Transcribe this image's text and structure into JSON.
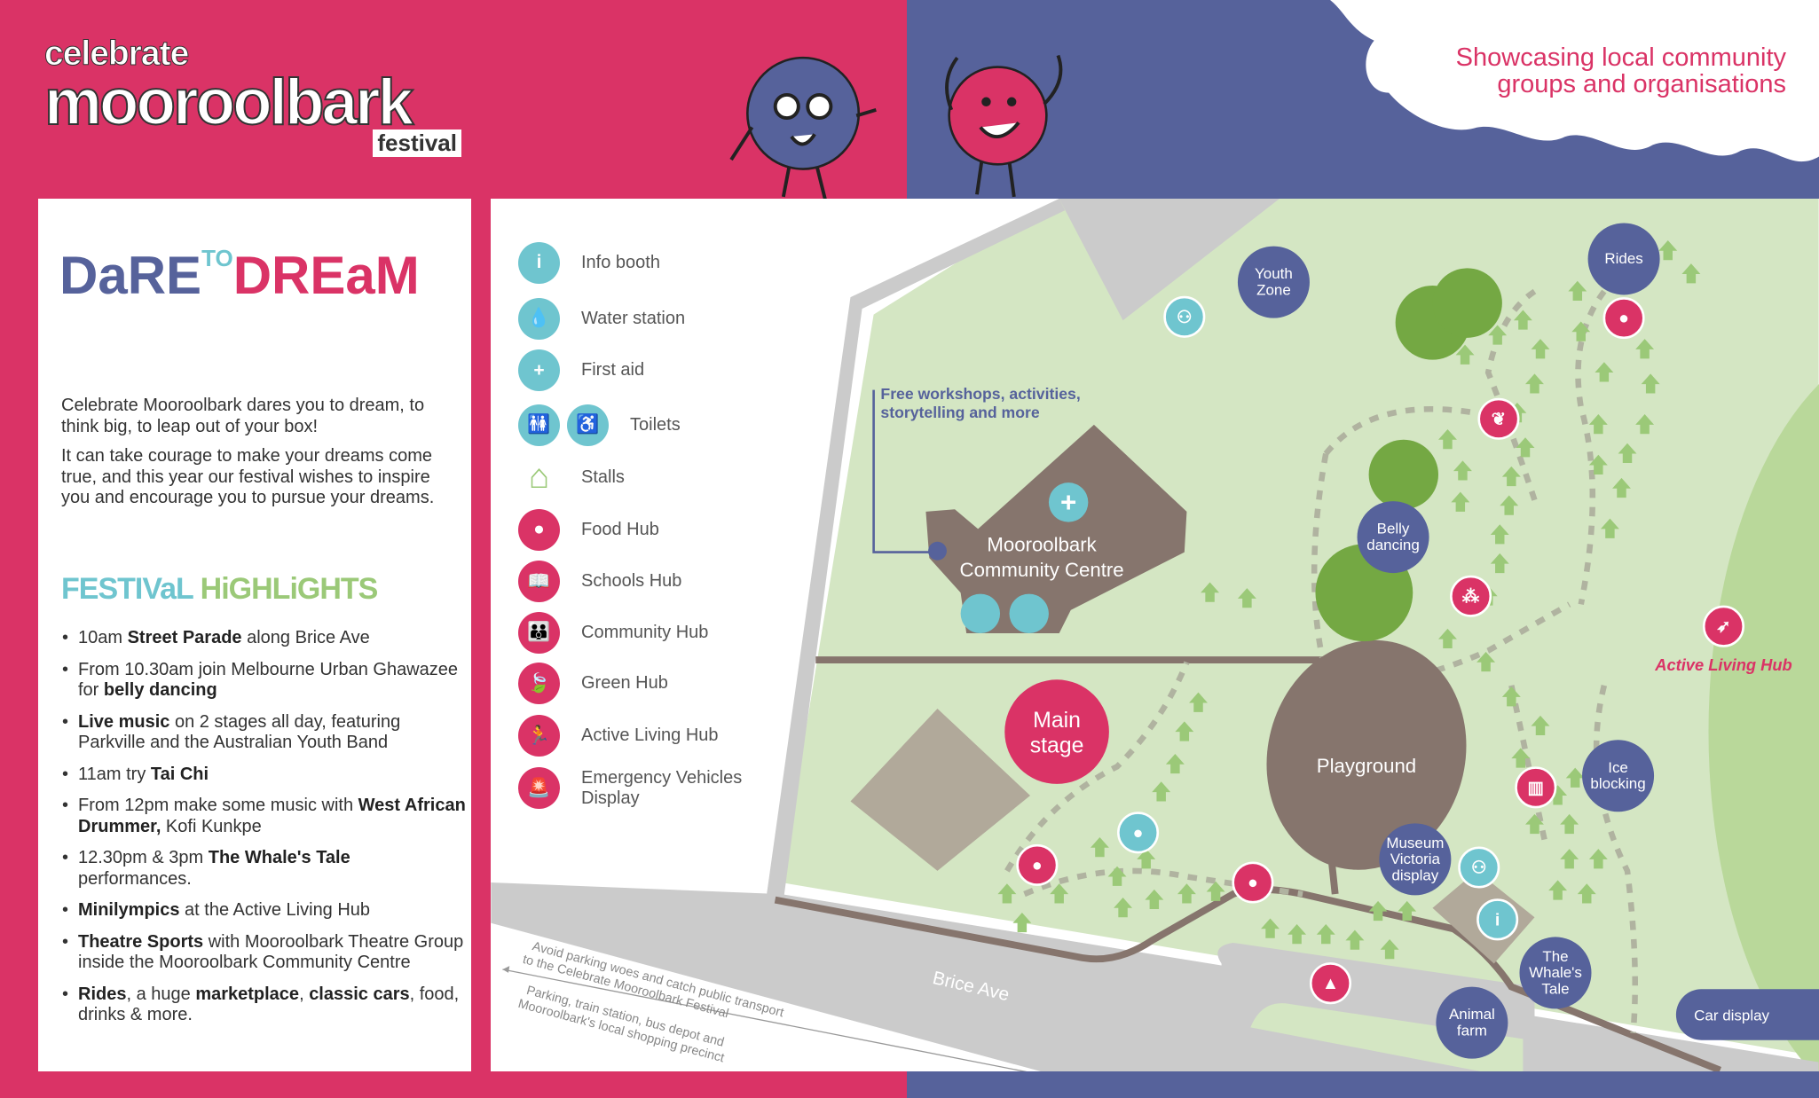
{
  "header": {
    "logo": {
      "line1": "celebrate",
      "line2": "mooroolbark",
      "line3": "festival"
    },
    "tagline": [
      "Showcasing local community",
      "groups and organisations"
    ]
  },
  "colors": {
    "pink": "#DA3366",
    "blue": "#56629B",
    "grass": "#D4E6C3",
    "road": "#CBCBCB",
    "building": "#86756D",
    "teal": "#6FC5CF",
    "stall_green": "#9BC978"
  },
  "left_panel": {
    "theme_title": "DARE TO DREAM",
    "theme_parts": [
      "DaRE",
      "TO",
      "DREaM"
    ],
    "intro": [
      "Celebrate Mooroolbark dares you to dream, to think big, to leap out of your box!",
      "It can take courage to make your dreams come true, and this year our festival wishes to inspire you and encourage you to pursue your dreams."
    ],
    "highlights_title": [
      "FESTIVaL",
      "HiGHLiGHTS"
    ],
    "highlights": [
      [
        {
          "t": "10am "
        },
        {
          "b": "Street Parade"
        },
        {
          "t": " along Brice Ave"
        }
      ],
      [
        {
          "t": "From 10.30am join Melbourne Urban Ghawazee for "
        },
        {
          "b": "belly dancing"
        }
      ],
      [
        {
          "b": "Live music"
        },
        {
          "t": " on 2 stages all day, featuring Parkville and the Australian Youth Band"
        }
      ],
      [
        {
          "t": "11am try "
        },
        {
          "b": "Tai Chi"
        }
      ],
      [
        {
          "t": "From 12pm make some music with "
        },
        {
          "b": "West African Drummer,"
        },
        {
          "t": " Kofi Kunkpe"
        }
      ],
      [
        {
          "t": "12.30pm & 3pm "
        },
        {
          "b": "The Whale's Tale"
        },
        {
          "t": " performances."
        }
      ],
      [
        {
          "b": "Minilympics"
        },
        {
          "t": " at the Active Living Hub"
        }
      ],
      [
        {
          "b": "Theatre Sports"
        },
        {
          "t": " with Mooroolbark Theatre Group inside the Mooroolbark Community Centre"
        }
      ],
      [
        {
          "b": "Rides"
        },
        {
          "t": ", a huge "
        },
        {
          "b": "marketplace"
        },
        {
          "t": ", "
        },
        {
          "b": "classic cars"
        },
        {
          "t": ", food, drinks & more."
        }
      ]
    ]
  },
  "legend": [
    {
      "label": "Info booth",
      "icon": "info-icon",
      "glyph": "i",
      "color": "teal"
    },
    {
      "label": "Water station",
      "icon": "water-drop-icon",
      "glyph": "💧",
      "color": "teal"
    },
    {
      "label": "First aid",
      "icon": "first-aid-cross-icon",
      "glyph": "+",
      "color": "teal"
    },
    {
      "label": "Toilets",
      "icon": "toilets-icon",
      "glyph": "🚻",
      "color": "teal"
    },
    {
      "label": "Stalls",
      "icon": "stall-icon",
      "glyph": "⌂",
      "color": "green"
    },
    {
      "label": "Food Hub",
      "icon": "apple-icon",
      "glyph": "●",
      "color": "pink"
    },
    {
      "label": "Schools Hub",
      "icon": "book-icon",
      "glyph": "📖",
      "color": "pink"
    },
    {
      "label": "Community Hub",
      "icon": "people-icon",
      "glyph": "👪",
      "color": "pink"
    },
    {
      "label": "Green Hub",
      "icon": "leaf-icon",
      "glyph": "🍃",
      "color": "pink"
    },
    {
      "label": "Active Living Hub",
      "icon": "runner-icon",
      "glyph": "🏃",
      "color": "pink"
    },
    {
      "label": "Emergency Vehicles Display",
      "icon": "siren-icon",
      "glyph": "🚨",
      "color": "pink"
    }
  ],
  "map": {
    "workshops_note": [
      "Free workshops, activities,",
      "storytelling and more"
    ],
    "community_centre": [
      "Mooroolbark",
      "Community Centre"
    ],
    "main_stage": [
      "Main",
      "stage"
    ],
    "playground": "Playground",
    "road": "Brice Ave",
    "transport_note": [
      "Avoid parking woes and catch public transport",
      "to the Celebrate Mooroolbark Festival"
    ],
    "parking_note": [
      "Parking, train station, bus depot and",
      "Mooroolbark's local shopping precinct"
    ],
    "active_living_hub": "Active Living Hub",
    "car_display": "Car display",
    "locations": {
      "youth_zone": [
        "Youth",
        "Zone"
      ],
      "rides": [
        "Rides"
      ],
      "belly_dancing": [
        "Belly",
        "dancing"
      ],
      "ice_blocking": [
        "Ice",
        "blocking"
      ],
      "museum": [
        "Museum",
        "Victoria",
        "display"
      ],
      "whales_tale": [
        "The",
        "Whale's",
        "Tale"
      ],
      "animal_farm": [
        "Animal",
        "farm"
      ]
    }
  }
}
